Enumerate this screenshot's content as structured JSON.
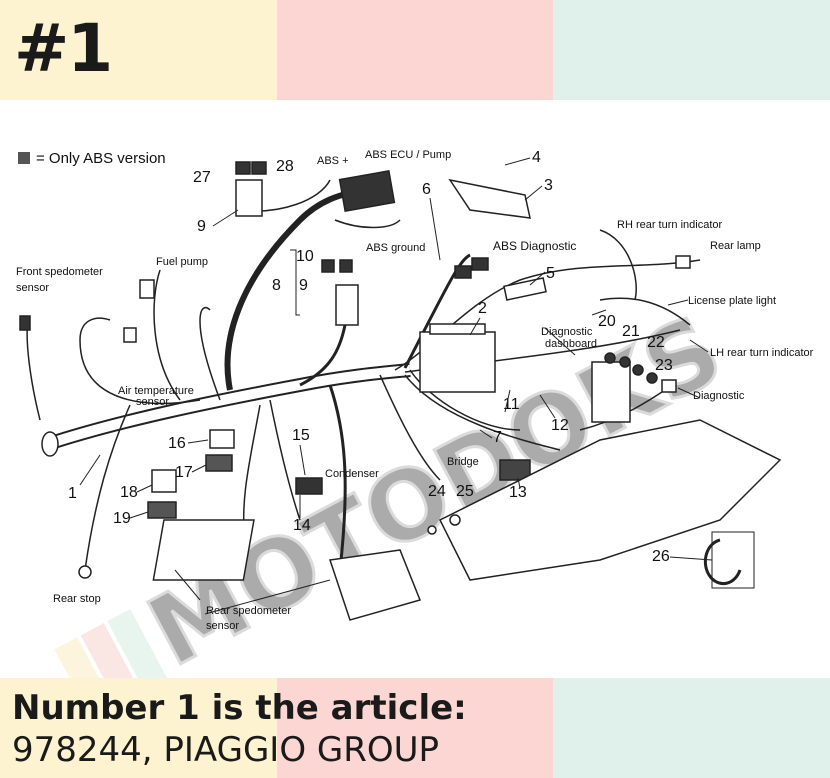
{
  "header": {
    "number": "#1",
    "colors": [
      "#fdf3d0",
      "#fbd6d3",
      "#dff1ea"
    ]
  },
  "legend": {
    "text": "= Only ABS version"
  },
  "labels": {
    "abs_ecu": "ABS ECU / Pump",
    "abs_plus": "ABS +",
    "abs_ground": "ABS ground",
    "abs_diagnostic": "ABS Diagnostic",
    "rh_rear_turn": "RH rear turn indicator",
    "rear_lamp": "Rear lamp",
    "license_plate": "License plate light",
    "lh_rear_turn": "LH rear turn indicator",
    "diagnostic": "Diagnostic",
    "diagnostic_dashboard_1": "Diagnostic",
    "diagnostic_dashboard_2": "dashboard",
    "front_speedo_1": "Front spedometer",
    "front_speedo_2": "sensor",
    "fuel_pump": "Fuel pump",
    "air_temp_1": "Air temperature",
    "air_temp_2": "sensor",
    "condenser": "Condenser",
    "bridge": "Bridge",
    "rear_stop": "Rear stop",
    "rear_speedo_1": "Rear spedometer",
    "rear_speedo_2": "sensor"
  },
  "part_numbers": [
    "1",
    "2",
    "3",
    "4",
    "5",
    "6",
    "7",
    "8",
    "9",
    "9",
    "10",
    "11",
    "12",
    "13",
    "14",
    "15",
    "16",
    "17",
    "18",
    "19",
    "20",
    "21",
    "22",
    "23",
    "24",
    "25",
    "26",
    "27",
    "28"
  ],
  "watermark": "MOTODOKS",
  "footer": {
    "line1": "Number 1 is the article:",
    "line2": "978244, PIAGGIO GROUP"
  }
}
